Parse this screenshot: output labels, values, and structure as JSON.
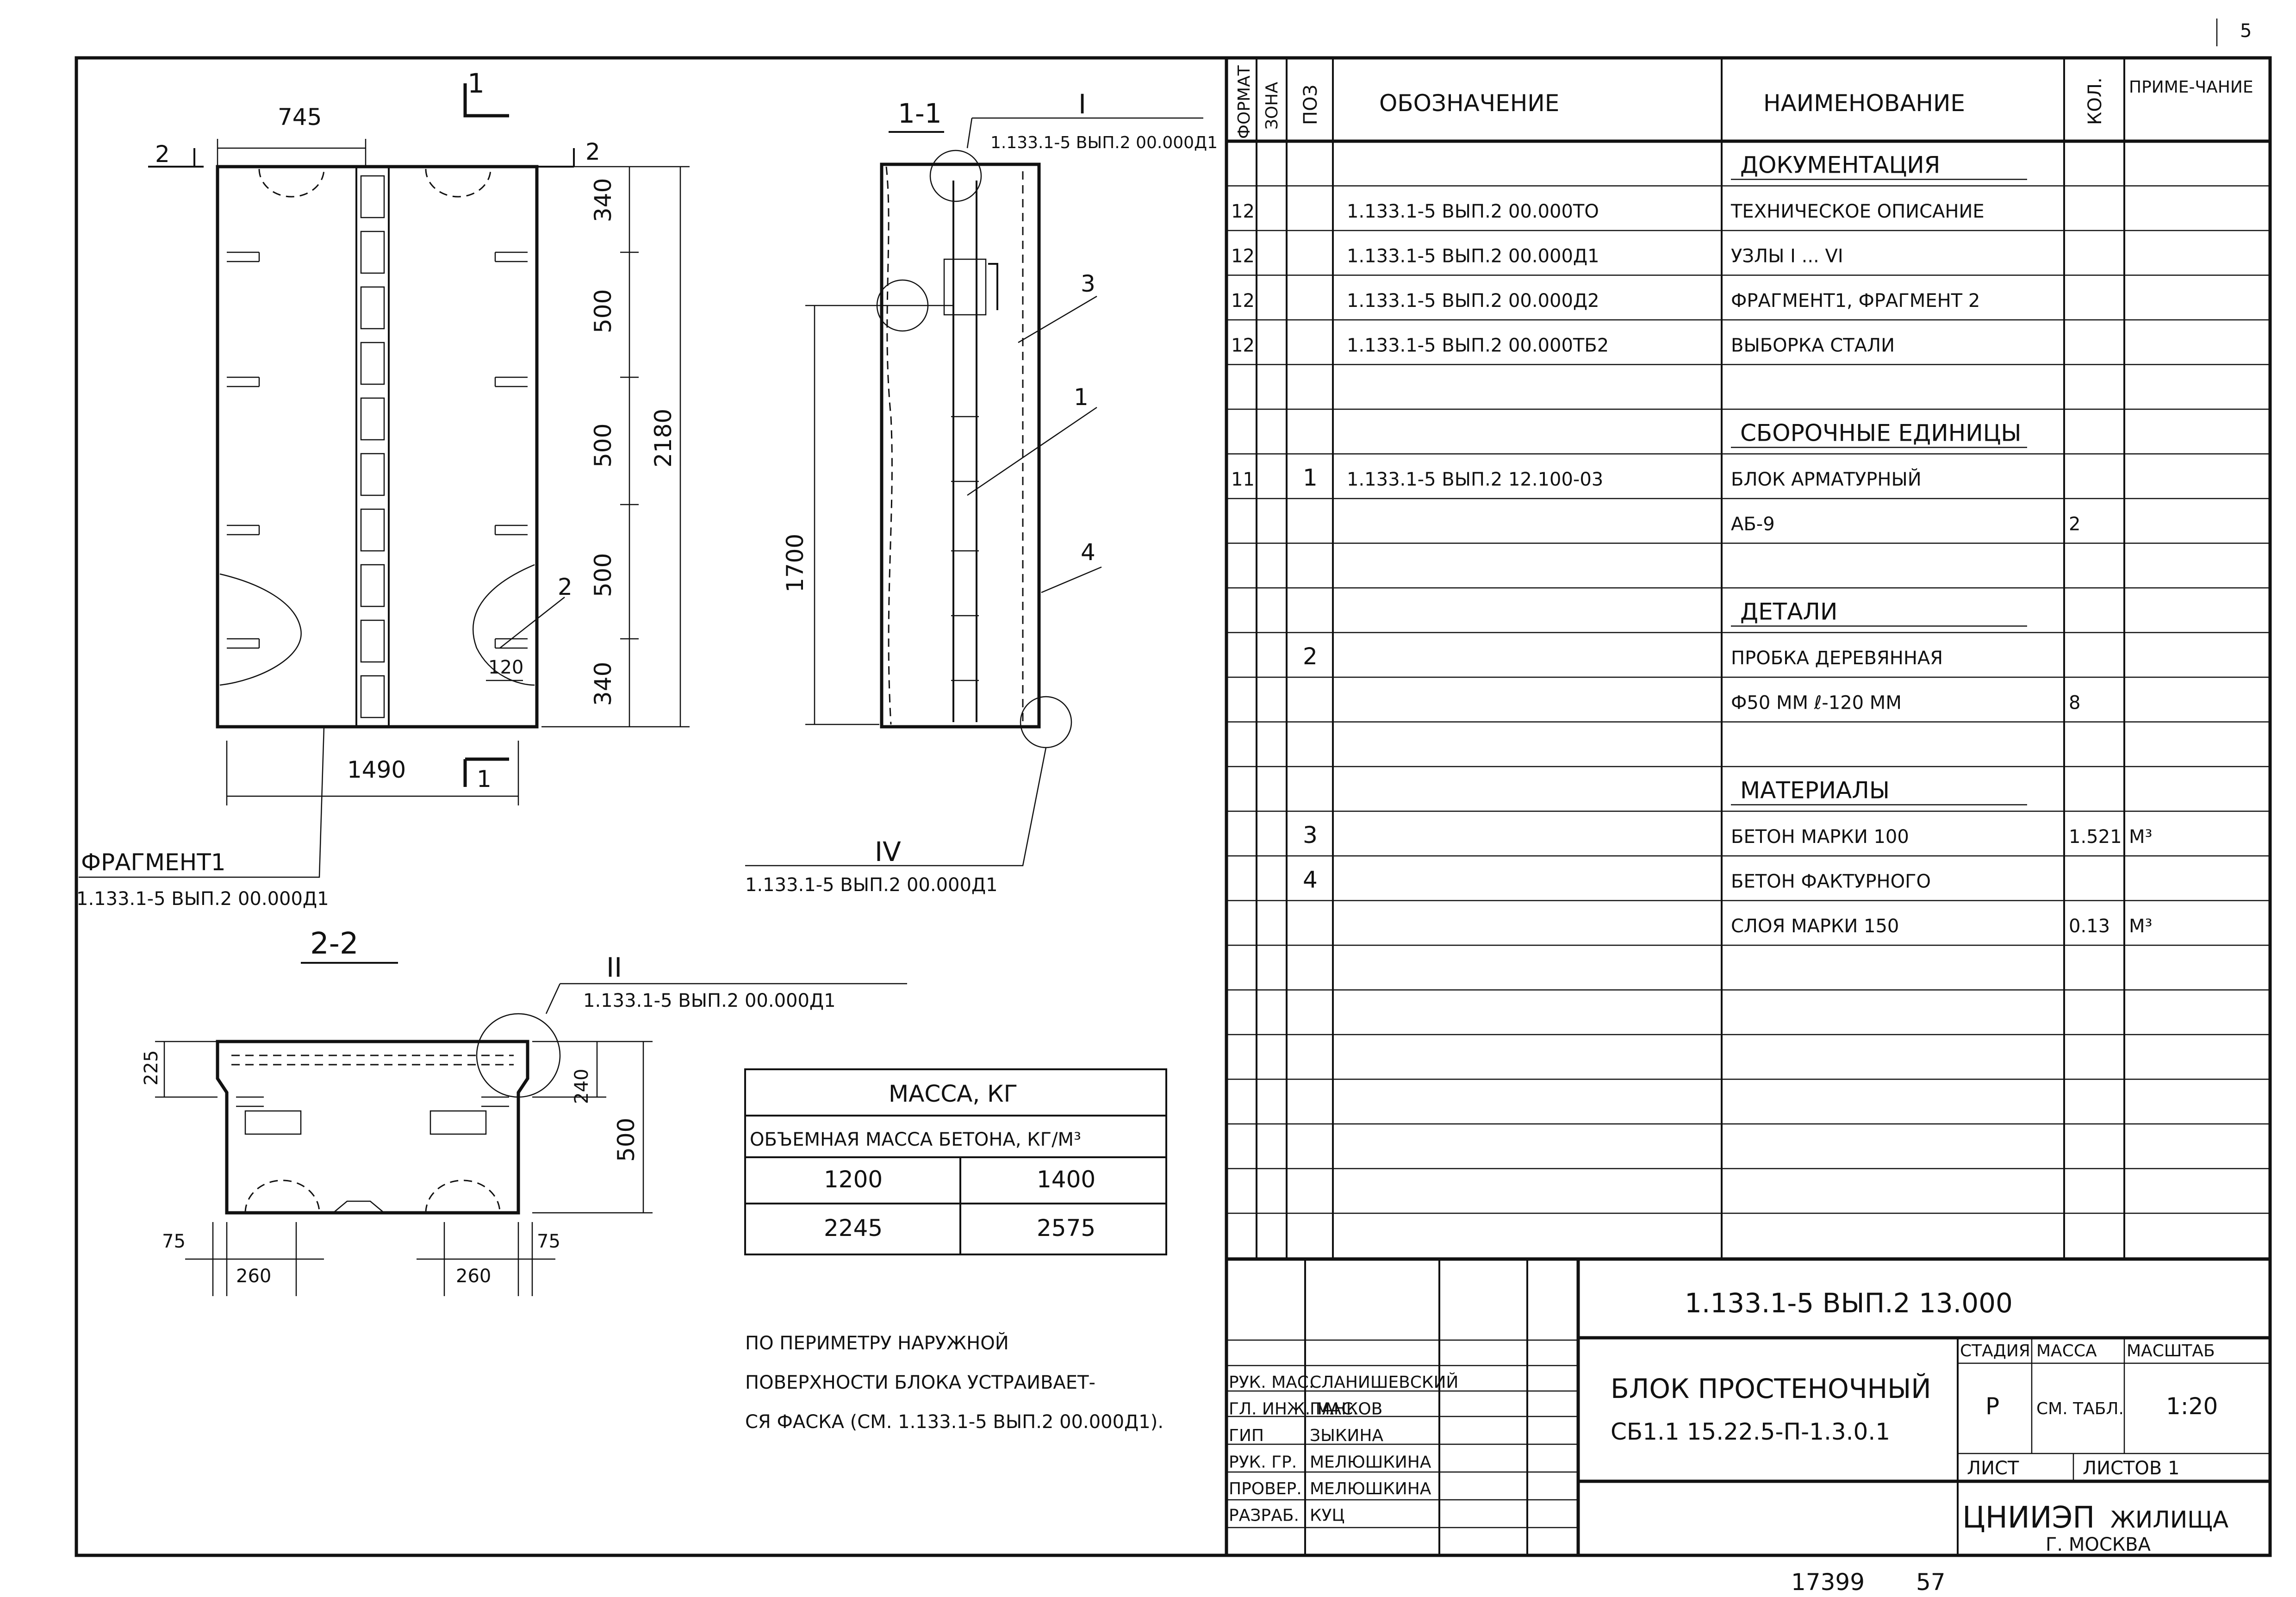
{
  "page_mark": "5",
  "spec_table": {
    "headers": {
      "format": "ФОРМАТ",
      "zone": "ЗОНА",
      "pos": "ПОЗ",
      "designation": "ОБОЗНАЧЕНИЕ",
      "name": "НАИМЕНОВАНИЕ",
      "qty": "КОЛ.",
      "note": "ПРИМЕ-ЧАНИЕ"
    },
    "rows": [
      {
        "format": "",
        "pos": "",
        "designation": "",
        "name": "ДОКУМЕНТАЦИЯ",
        "qty": "",
        "note": "",
        "section": true
      },
      {
        "format": "12",
        "pos": "",
        "designation": "1.133.1-5 ВЫП.2 00.000ТО",
        "name": "ТЕХНИЧЕСКОЕ ОПИСАНИЕ",
        "qty": "",
        "note": ""
      },
      {
        "format": "12",
        "pos": "",
        "designation": "1.133.1-5 ВЫП.2 00.000Д1",
        "name": "УЗЛЫ I ... VI",
        "qty": "",
        "note": ""
      },
      {
        "format": "12",
        "pos": "",
        "designation": "1.133.1-5 ВЫП.2 00.000Д2",
        "name": "ФРАГМЕНТ1, ФРАГМЕНТ 2",
        "qty": "",
        "note": ""
      },
      {
        "format": "12",
        "pos": "",
        "designation": "1.133.1-5 ВЫП.2 00.000ТБ2",
        "name": "ВЫБОРКА СТАЛИ",
        "qty": "",
        "note": ""
      },
      {
        "format": "",
        "pos": "",
        "designation": "",
        "name": "",
        "qty": "",
        "note": ""
      },
      {
        "format": "",
        "pos": "",
        "designation": "",
        "name": "СБОРОЧНЫЕ ЕДИНИЦЫ",
        "qty": "",
        "note": "",
        "section": true
      },
      {
        "format": "11",
        "pos": "1",
        "designation": "1.133.1-5 ВЫП.2 12.100-03",
        "name": "БЛОК АРМАТУРНЫЙ",
        "qty": "",
        "note": ""
      },
      {
        "format": "",
        "pos": "",
        "designation": "",
        "name": "АБ-9",
        "qty": "2",
        "note": ""
      },
      {
        "format": "",
        "pos": "",
        "designation": "",
        "name": "",
        "qty": "",
        "note": ""
      },
      {
        "format": "",
        "pos": "",
        "designation": "",
        "name": "ДЕТАЛИ",
        "qty": "",
        "note": "",
        "section": true
      },
      {
        "format": "",
        "pos": "2",
        "designation": "",
        "name": "ПРОБКА ДЕРЕВЯННАЯ",
        "qty": "",
        "note": ""
      },
      {
        "format": "",
        "pos": "",
        "designation": "",
        "name": "Ф50 ММ ℓ-120 ММ",
        "qty": "8",
        "note": ""
      },
      {
        "format": "",
        "pos": "",
        "designation": "",
        "name": "",
        "qty": "",
        "note": ""
      },
      {
        "format": "",
        "pos": "",
        "designation": "",
        "name": "МАТЕРИАЛЫ",
        "qty": "",
        "note": "",
        "section": true
      },
      {
        "format": "",
        "pos": "3",
        "designation": "",
        "name": "БЕТОН МАРКИ 100",
        "qty": "1.521",
        "note": "М³"
      },
      {
        "format": "",
        "pos": "4",
        "designation": "",
        "name": "БЕТОН ФАКТУРНОГО",
        "qty": "",
        "note": ""
      },
      {
        "format": "",
        "pos": "",
        "designation": "",
        "name": "СЛОЯ МАРКИ 150",
        "qty": "0.13",
        "note": "М³"
      },
      {
        "format": "",
        "pos": "",
        "designation": "",
        "name": "",
        "qty": "",
        "note": ""
      },
      {
        "format": "",
        "pos": "",
        "designation": "",
        "name": "",
        "qty": "",
        "note": ""
      },
      {
        "format": "",
        "pos": "",
        "designation": "",
        "name": "",
        "qty": "",
        "note": ""
      },
      {
        "format": "",
        "pos": "",
        "designation": "",
        "name": "",
        "qty": "",
        "note": ""
      },
      {
        "format": "",
        "pos": "",
        "designation": "",
        "name": "",
        "qty": "",
        "note": ""
      },
      {
        "format": "",
        "pos": "",
        "designation": "",
        "name": "",
        "qty": "",
        "note": ""
      },
      {
        "format": "",
        "pos": "",
        "designation": "",
        "name": "",
        "qty": "",
        "note": ""
      }
    ]
  },
  "views": {
    "front": {
      "section_mark": "1",
      "dims_top": "745",
      "dims_bottom": "1490",
      "dims_right": [
        "340",
        "500",
        "500",
        "500",
        "340"
      ],
      "dim_total": "2180",
      "dim_120": "120",
      "cut_mark": "2",
      "pos_label": "2"
    },
    "section_1_1": {
      "title": "1-1",
      "node_I": "I",
      "node_IV": "IV",
      "dim_height": "1700",
      "ref_top": "1.133.1-5 ВЫП.2 00.000Д1",
      "ref_bottom": "1.133.1-5 ВЫП.2 00.000Д1",
      "pos": [
        "3",
        "1",
        "4"
      ]
    },
    "fragment": {
      "label": "ФРАГМЕНТ1",
      "ref": "1.133.1-5 ВЫП.2 00.000Д1"
    },
    "section_2_2": {
      "title": "2-2",
      "node_II": "II",
      "ref": "1.133.1-5 ВЫП.2 00.000Д1",
      "dims": {
        "d225": "225",
        "d240": "240",
        "d500": "500",
        "d75a": "75",
        "d75b": "75",
        "d260a": "260",
        "d260b": "260"
      }
    }
  },
  "mass_table": {
    "title": "МАССА, КГ",
    "subheader": "ОБЪЕМНАЯ МАССА БЕТОНА, КГ/М³",
    "cols": [
      "1200",
      "1400"
    ],
    "vals": [
      "2245",
      "2575"
    ]
  },
  "note_text": [
    "ПО ПЕРИМЕТРУ НАРУЖНОЙ",
    "ПОВЕРХНОСТИ БЛОКА УСТРАИВАЕТ-",
    "СЯ ФАСКА (СМ. 1.133.1-5 ВЫП.2 00.000Д1)."
  ],
  "title_block": {
    "code": "1.133.1-5 ВЫП.2 13.000",
    "name_line1": "БЛОК ПРОСТЕНОЧНЫЙ",
    "name_line2": "СБ1.1 15.22.5-П-1.3.0.1",
    "stage_h": "СТАДИЯ",
    "mass_h": "МАССА",
    "scale_h": "МАСШТАБ",
    "stage": "Р",
    "mass": "СМ. ТАБЛ.",
    "scale": "1:20",
    "sheet_h": "ЛИСТ",
    "sheets_h": "ЛИСТОВ 1",
    "org": "ЦНИИЭП",
    "org_sub": "ЖИЛИЩА",
    "city": "Г. МОСКВА",
    "people": [
      {
        "role": "РУК. МАС.",
        "name": "СЛАНИШЕВСКИЙ"
      },
      {
        "role": "ГЛ. ИНЖ. МАС.",
        "name": "ПАНКОВ"
      },
      {
        "role": "ГИП",
        "name": "ЗЫКИНА"
      },
      {
        "role": "РУК. ГР.",
        "name": "МЕЛЮШКИНА"
      },
      {
        "role": "ПРОВЕР.",
        "name": "МЕЛЮШКИНА"
      },
      {
        "role": "РАЗРАБ.",
        "name": "КУЦ"
      }
    ]
  },
  "stamp_bottom": "17399",
  "stamp_page": "57"
}
